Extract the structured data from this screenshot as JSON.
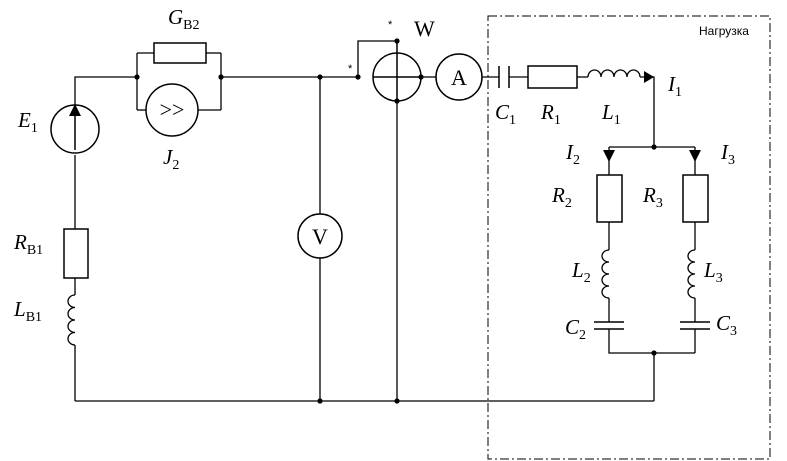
{
  "load_region": {
    "label": "Нагрузка"
  },
  "labels": {
    "E1": {
      "main": "E",
      "sub": "1"
    },
    "GB2": {
      "main": "G",
      "sub": "B2"
    },
    "J2": {
      "main": "J",
      "sub": "2"
    },
    "RB1": {
      "main": "R",
      "sub": "B1"
    },
    "LB1": {
      "main": "L",
      "sub": "B1"
    },
    "W": "W",
    "C1": {
      "main": "C",
      "sub": "1"
    },
    "R1": {
      "main": "R",
      "sub": "1"
    },
    "L1": {
      "main": "L",
      "sub": "1"
    },
    "I1": {
      "main": "I",
      "sub": "1"
    },
    "I2": {
      "main": "I",
      "sub": "2"
    },
    "I3": {
      "main": "I",
      "sub": "3"
    },
    "R2": {
      "main": "R",
      "sub": "2"
    },
    "R3": {
      "main": "R",
      "sub": "3"
    },
    "L2": {
      "main": "L",
      "sub": "2"
    },
    "L3": {
      "main": "L",
      "sub": "3"
    },
    "C2": {
      "main": "C",
      "sub": "2"
    },
    "C3": {
      "main": "C",
      "sub": "3"
    }
  },
  "instruments": {
    "voltmeter": "V",
    "ammeter": "A",
    "current_source_symbol": ">>",
    "wattmeter_star": "*"
  }
}
